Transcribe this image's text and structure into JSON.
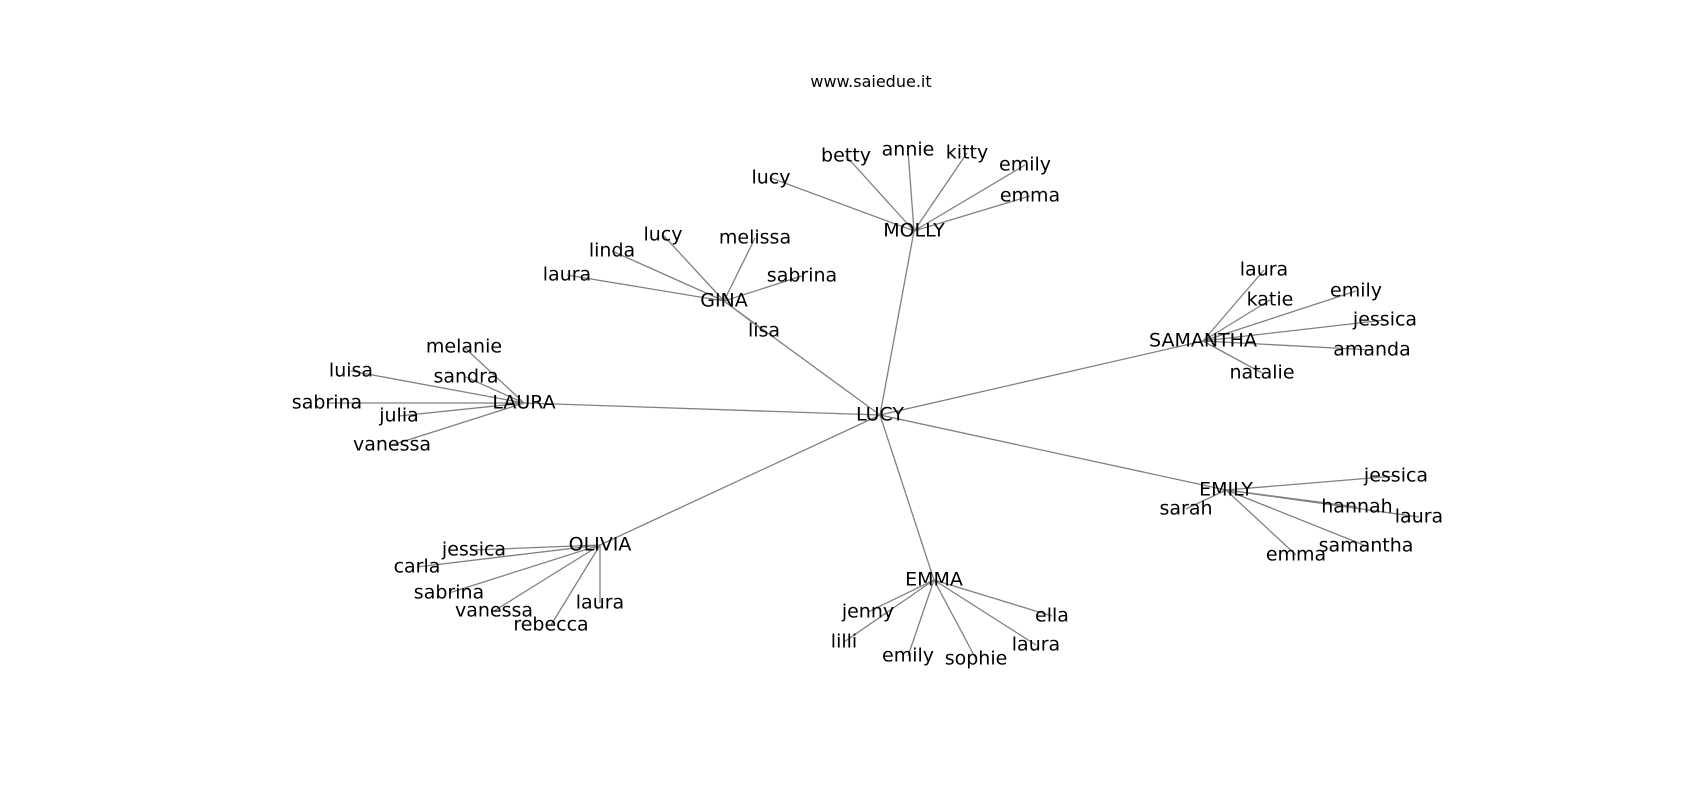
{
  "caption": "www.saiedue.it",
  "style": {
    "edge_color": "#808080",
    "label_color": "#000000",
    "background": "#ffffff"
  },
  "graph": {
    "root": "LUCY",
    "groups": [
      {
        "name": "MOLLY",
        "leaves": [
          "lucy",
          "betty",
          "annie",
          "kitty",
          "emily",
          "emma"
        ]
      },
      {
        "name": "GINA",
        "leaves": [
          "linda",
          "lucy",
          "melissa",
          "laura",
          "sabrina",
          "lisa"
        ]
      },
      {
        "name": "LAURA",
        "leaves": [
          "melanie",
          "luisa",
          "sandra",
          "sabrina",
          "julia",
          "vanessa"
        ]
      },
      {
        "name": "OLIVIA",
        "leaves": [
          "jessica",
          "carla",
          "sabrina",
          "vanessa",
          "rebecca",
          "laura"
        ]
      },
      {
        "name": "EMMA",
        "leaves": [
          "jenny",
          "lilli",
          "emily",
          "sophie",
          "laura",
          "ella"
        ]
      },
      {
        "name": "EMILY",
        "leaves": [
          "jessica",
          "hannah",
          "laura",
          "sarah",
          "samantha",
          "emma"
        ]
      },
      {
        "name": "SAMANTHA",
        "leaves": [
          "laura",
          "katie",
          "emily",
          "jessica",
          "amanda",
          "natalie"
        ]
      }
    ]
  }
}
